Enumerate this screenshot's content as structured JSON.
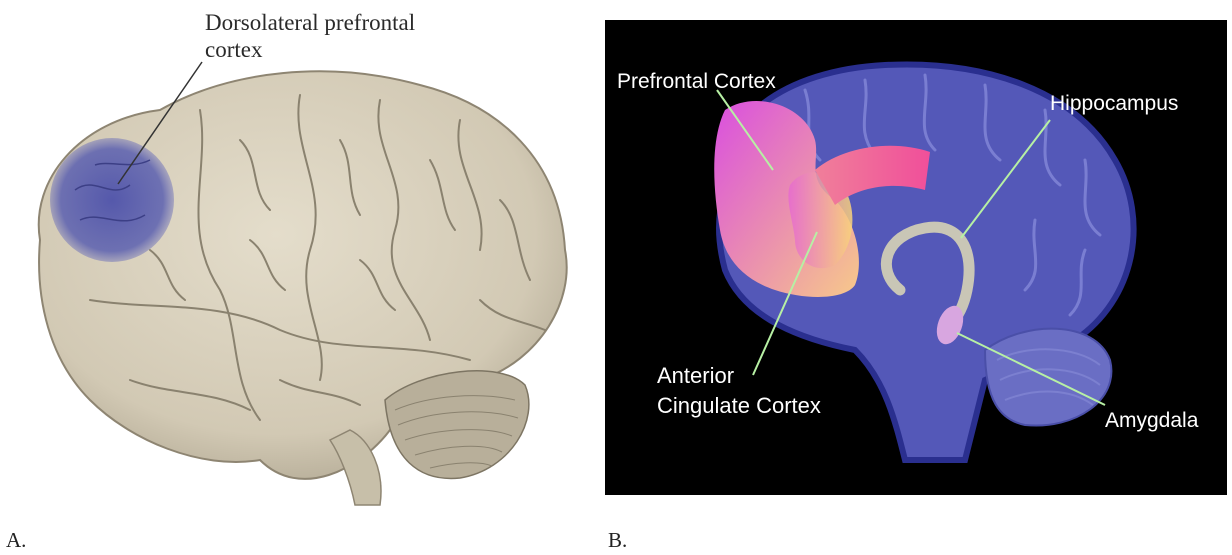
{
  "panel_a": {
    "label_line1": "Dorsolateral prefrontal",
    "label_line2": "cortex",
    "caption": "A."
  },
  "panel_b": {
    "prefrontal_label": "Prefrontal Cortex",
    "hippocampus_label": "Hippocampus",
    "acc_label_line1": "Anterior",
    "acc_label_line2": "Cingulate Cortex",
    "amygdala_label": "Amygdala",
    "caption": "B."
  },
  "colors": {
    "brain_surface": "#d8d0bd",
    "dlpfc_highlight": "#5a5fb0",
    "midbrain_blue": "#5458b8",
    "leader_line_green": "#b7f0a4"
  }
}
